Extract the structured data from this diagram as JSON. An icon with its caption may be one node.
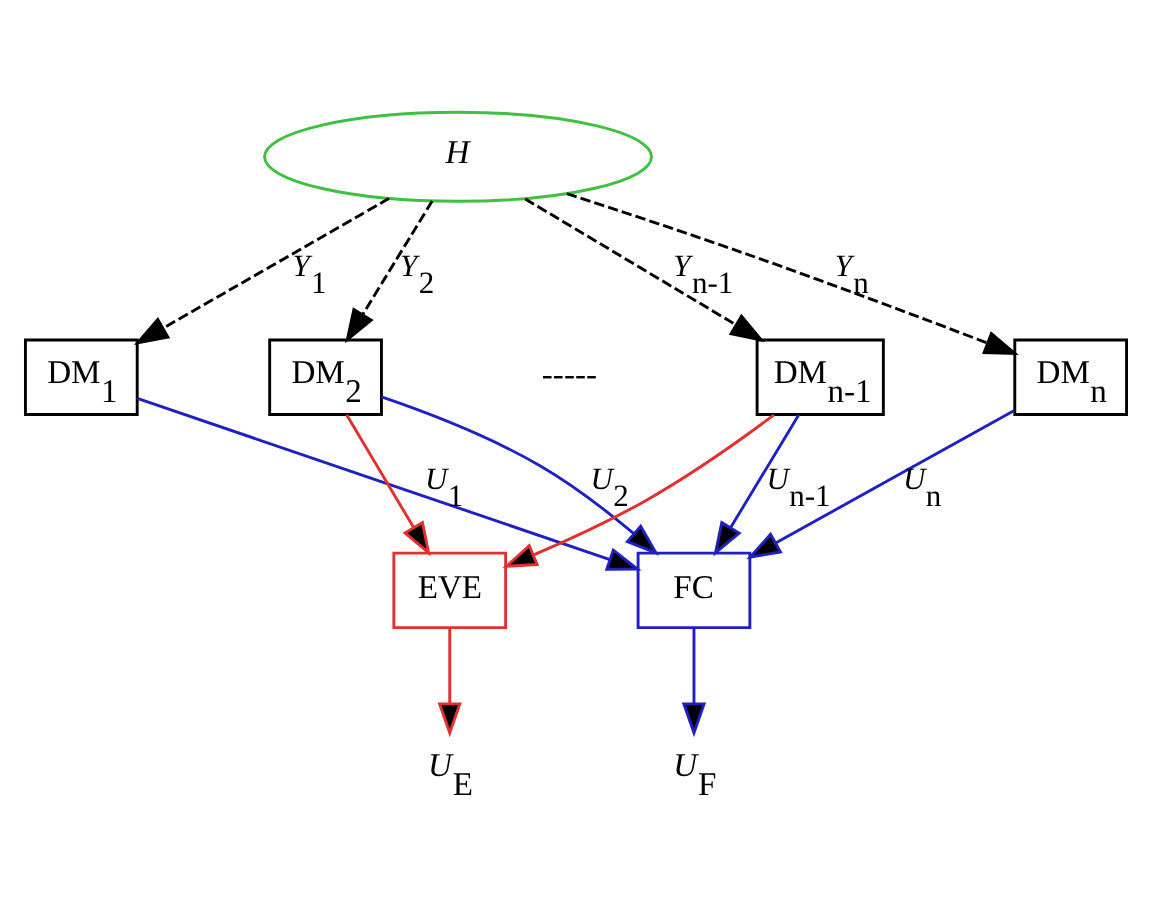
{
  "diagram": {
    "nodes": [
      {
        "text": [
          "H"
        ]
      },
      {
        "text": [
          "DM$_{1}$"
        ]
      },
      {
        "text": [
          "DM$_{2}$"
        ]
      },
      {
        "text": [
          "DM$_{n-1}$"
        ]
      },
      {
        "text": [
          "DM$_{n}$"
        ]
      },
      {
        "text": [
          "EVE"
        ]
      },
      {
        "text": [
          "FC"
        ]
      },
      {
        "text": [
          "*U*$_{E}$"
        ]
      },
      {
        "text": [
          "*U*$_{F}$"
        ]
      }
    ],
    "edges": [
      {
        "from": 0,
        "to": 1,
        "arrow": "to",
        "style": "dashed",
        "color": "#000000",
        "label": "*Y*$_{1}$"
      },
      {
        "from": 0,
        "to": 2,
        "arrow": "to",
        "style": "dashed",
        "color": "#000000",
        "label": "*Y*$_{2}$"
      },
      {
        "from": 0,
        "to": 3,
        "arrow": "to",
        "style": "dashed",
        "color": "#000000",
        "label": "*Y*$_{n-1}$"
      },
      {
        "from": 0,
        "to": 4,
        "arrow": "to",
        "style": "dashed",
        "color": "#000000",
        "label": "*Y*$_{n}$"
      },
      {
        "from": 1,
        "to": 6,
        "arrow": "to",
        "color": "#2020c0",
        "label": "*U*$_{1}$"
      },
      {
        "from": 2,
        "to": 6,
        "arrow": "to",
        "color": "#2020c0",
        "label": "*U*$_{2}$"
      },
      {
        "from": 3,
        "to": 6,
        "arrow": "to",
        "color": "#2020c0",
        "label": "*U*$_{n-1}$"
      },
      {
        "from": 4,
        "to": 6,
        "arrow": "to",
        "color": "#2020c0",
        "label": "*U*$_{n}$"
      },
      {
        "from": 2,
        "to": 5,
        "arrow": "to",
        "color": "#e03030"
      },
      {
        "from": 3,
        "to": 5,
        "arrow": "to",
        "color": "#e03030"
      },
      {
        "from": 5,
        "to": 7,
        "arrow": "to",
        "color": "#e03030"
      },
      {
        "from": 6,
        "to": 8,
        "arrow": "to",
        "color": "#2020c0"
      }
    ],
    "labels": [
      "-----"
    ]
  }
}
